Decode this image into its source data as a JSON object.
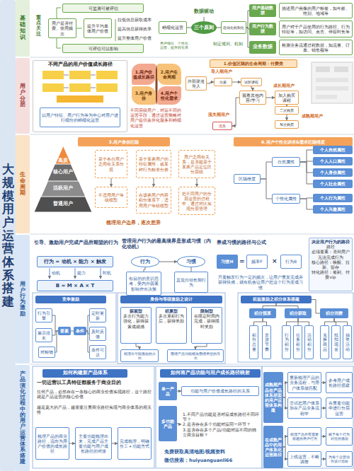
{
  "diagram": {
    "nodes": [
      {
        "text": [
          "大规模用户运营体系搭建"
        ]
      },
      {
        "text": [
          "基础知识"
        ]
      },
      {
        "text": [
          "用户分层"
        ]
      },
      {
        "text": [
          "生命周期"
        ]
      },
      {
        "text": [
          "用户行为激励"
        ]
      },
      {
        "text": [
          "产品演化过程中的用户运营体系搭建"
        ]
      },
      {
        "text": [
          "重点关注"
        ]
      },
      {
        "text": [
          "可监测可被评估"
        ]
      },
      {
        "text": [
          "用户是否付费、使用频次"
        ]
      },
      {
        "text": [
          "提升平均单体用户价值"
        ]
      },
      {
        "text": [
          "可评估可以影响"
        ]
      },
      {
        "text": [
          "数据驱动"
        ]
      },
      {
        "text": [
          "精细化运营"
        ]
      },
      {
        "text": [
          "三个原则"
        ]
      },
      {
        "text": [
          "自动化机制化"
        ]
      },
      {
        "text": [
          "用户细分、个性化运营，提升转化率"
        ]
      },
      {
        "text": [
          "制定规则、机制"
        ]
      },
      {
        "text": [
          "用户基础数据"
        ]
      },
      {
        "text": [
          "描述用户画像的用户标签，如年龄、性别、地域等"
        ]
      },
      {
        "text": [
          "用户行为数据"
        ]
      },
      {
        "text": [
          "用户对于产品使用的行为路径、行为特征等，如访问、点击、停留时长等"
        ]
      },
      {
        "text": [
          "业务数据"
        ]
      },
      {
        "text": [
          "检测业务流通过程数据，如流量、订单、销售额等"
        ]
      },
      {
        "text": [
          "不同产品的用户价值成长路径"
        ]
      },
      {
        "text": [
          "以用户特征、用户行为等为中心对用户进行细分的精细化运营"
        ],
        "in": 23
      },
      {
        "text": [
          "1.用户价值成长路径"
        ]
      },
      {
        "text": [
          "2.用户生命周期"
        ]
      },
      {
        "text": [
          "3.用户身份"
        ]
      },
      {
        "text": [
          "4.用户个性化需求"
        ]
      },
      {
        "text": [
          "1.价值区隔的生命周期：付费类"
        ]
      },
      {
        "text": [
          "外部渠道导入"
        ]
      },
      {
        "text": [
          "注册"
        ]
      },
      {
        "text": [
          "试听课程"
        ]
      },
      {
        "text": [
          "观看其他内容/学习"
        ]
      },
      {
        "text": [
          "加入购买课程"
        ]
      },
      {
        "text": [
          "二次购买"
        ]
      },
      {
        "text": [
          "N次购买"
        ]
      },
      {
        "text": [
          "流失"
        ]
      },
      {
        "text": [
          "3.用户身份区隔"
        ]
      },
      {
        "text": [
          "4.用户个性化诉求&需求区隔维度"
        ]
      },
      {
        "text": [
          "高质"
        ]
      },
      {
        "text": [
          "核心用户"
        ]
      },
      {
        "text": [
          "活跃用户"
        ]
      },
      {
        "text": [
          "普通用户"
        ]
      },
      {
        "text": [
          "基于各自用户之间有关系分层"
        ]
      },
      {
        "text": [
          "基于某类用户的特征属性，或某种行为标准分类"
        ]
      },
      {
        "text": [
          "用户之间有关系，是否能基于某类产品定位区分层级"
        ]
      },
      {
        "text": [
          "不适用用户等级模型"
        ]
      },
      {
        "text": [
          "在该类用户内容积分体系下，适用用户等级模型"
        ]
      },
      {
        "text": [
          "把不同用户的分层运营的过程中，通过对比实现分层管理"
        ]
      },
      {
        "text": [
          "区隔维度"
        ]
      },
      {
        "text": [
          "自然属性"
        ]
      },
      {
        "text": [
          "个性化属性"
        ]
      },
      {
        "text": [
          "个人自然属性"
        ]
      },
      {
        "text": [
          "个人人口属性"
        ]
      },
      {
        "text": [
          "个人身份属性"
        ]
      },
      {
        "text": [
          "个人社会属性"
        ]
      },
      {
        "text": [
          "个人行为属性"
        ]
      },
      {
        "text": [
          "个人兴趣属性"
        ]
      },
      {
        "text": [
          "行为 = 动机 × 能力 × 触发"
        ]
      },
      {
        "text": [
          "B = M × A × T"
        ]
      },
      {
        "text": [
          "行为"
        ]
      },
      {
        "text": [
          "习惯"
        ]
      },
      {
        "text": [
          "有目的的意识思考，受内外因素影响作出决策"
        ]
      },
      {
        "text": [
          "直觉自动长期行为"
        ]
      },
      {
        "text": [
          "习惯H"
        ]
      },
      {
        "text": [
          "频率F"
        ]
      },
      {
        "text": [
          "行为B"
        ]
      },
      {
        "text": [
          "只要触发行为一定的频次，让用户重复完成并获得快感，就有机会让用户把这个行为变成习惯"
        ]
      },
      {
        "text": [
          "决定用户行为的路径",
          "路径",
          "必须要素：否则用户无法完成行为",
          "核心路径：唤醒、拉新、留存",
          "转化路径：签到、付费vip"
        ]
      },
      {
        "text": [
          "竞争激励"
        ]
      },
      {
        "text": [
          "身份与等级激励之设计"
        ]
      },
      {
        "text": [
          "权益激励之积分体系搭建"
        ]
      },
      {
        "text": [
          "行为引擎"
        ]
      },
      {
        "text": [
          "展示排名"
        ]
      },
      {
        "text": [
          "对标物"
        ]
      },
      {
        "text": [
          "要素"
        ]
      },
      {
        "text": [
          "条件"
        ]
      },
      {
        "text": [
          "定时更新"
        ]
      },
      {
        "text": [
          "及时反馈"
        ]
      },
      {
        "text": [
          "条件可达"
        ]
      },
      {
        "text": [
          "探索型",
          "多次行为能力强化，获得探索成就感"
        ]
      },
      {
        "text": [
          "积累型",
          "多次累积行为后，获得奖励"
        ]
      },
      {
        "text": [
          "限制型",
          "在限定时间内完成，获得限时奖励"
        ]
      },
      {
        "text": [
          "梳理出可能激励的方向"
        ]
      },
      {
        "text": [
          "围绕产品功能模块围绕类型的导出"
        ]
      },
      {
        "text": [
          "积分预算"
        ]
      },
      {
        "text": [
          "积分获取"
        ]
      },
      {
        "text": [
          "积分消费"
        ]
      },
      {
        "text": [
          "积分总量"
        ]
      },
      {
        "text": [
          "发放节奏"
        ]
      },
      {
        "text": [
          "行为积分"
        ]
      },
      {
        "text": [
          "任务积分"
        ]
      },
      {
        "text": [
          "活动积分"
        ]
      },
      {
        "text": [
          "兑换商品"
        ]
      },
      {
        "text": [
          "抵扣现金"
        ]
      },
      {
        "text": [
          "抽奖活动"
        ]
      },
      {
        "text": [
          "如何构建新产品体系"
        ]
      },
      {
        "text": [
          "梳理产品的商业路径，流向为用户价值的成长路径"
        ]
      },
      {
        "text": [
          "主要功能梳理出来，完成产品主要功能与用户成长路径的对接"
        ]
      },
      {
        "text": [
          "完成梳理，明确分工+功能方式"
        ]
      },
      {
        "text": [
          "如何将产品功能与用户成长路径映射"
        ]
      },
      {
        "text": [
          "单一产品"
        ]
      },
      {
        "text": [
          "功能与用户价值成长路径的关系"
        ]
      },
      {
        "text": [
          "多功能产品"
        ]
      },
      {
        "text": [
          "1.不同产品功能是否对应成长路径不同环节？",
          "2.是否存在多个功能对应同一环节？",
          "3.是否存在多个产品/功能对应不同的独立商业目标？"
        ]
      },
      {
        "text": [
          "成熟期产品在产品体系层面的用户运营体系构建"
        ]
      },
      {
        "text": [
          "在成熟产品中的用户体系化运营路径"
        ]
      },
      {
        "text": [
          "重新梳理产品的业务流程，与用户体系做匹配"
        ]
      },
      {
        "text": [
          "尝试把用户体系加在产品业务流程中"
        ]
      },
      {
        "text": [
          "梳理产品所有需要搭建的用户行为"
        ]
      },
      {
        "text": [
          "上线运营，不断调整"
        ]
      },
      {
        "text": [
          "参考用户成长路径搭建"
        ]
      },
      {
        "text": [
          "在重要功能中进行分层运营"
        ]
      },
      {
        "text": [
          "赋予每个行为对应的激励"
        ]
      },
      {
        "text": [
          "为每个运营动作设计指标"
        ]
      }
    ],
    "edges": [
      {
        "from": 11,
        "to": 13,
        "arrow": "none"
      },
      {
        "from": 12,
        "to": 13,
        "arrow": "none"
      },
      {
        "from": 13,
        "to": 14,
        "arrow": "none"
      },
      {
        "from": 14,
        "to": 17,
        "arrow": "none"
      },
      {
        "from": 14,
        "to": 19,
        "arrow": "none"
      },
      {
        "from": 14,
        "to": 21,
        "arrow": "none"
      },
      {
        "from": 30,
        "to": 31,
        "arrow": "to"
      },
      {
        "from": 31,
        "to": 32,
        "arrow": "to"
      },
      {
        "from": 32,
        "to": 33,
        "arrow": "to"
      },
      {
        "from": 33,
        "to": 34,
        "arrow": "to"
      },
      {
        "from": 34,
        "to": 35,
        "arrow": "to"
      },
      {
        "from": 35,
        "to": 36,
        "arrow": "to"
      },
      {
        "from": 33,
        "to": 37,
        "arrow": "to"
      },
      {
        "from": 44,
        "to": 47,
        "arrow": "to"
      },
      {
        "from": 45,
        "to": 48,
        "arrow": "to"
      },
      {
        "from": 46,
        "to": 49,
        "arrow": "to"
      },
      {
        "from": 50,
        "to": 51,
        "arrow": "none"
      },
      {
        "from": 50,
        "to": 52,
        "arrow": "none"
      },
      {
        "from": 51,
        "to": 53,
        "arrow": "none"
      },
      {
        "from": 51,
        "to": 54,
        "arrow": "none"
      },
      {
        "from": 51,
        "to": 55,
        "arrow": "none"
      },
      {
        "from": 51,
        "to": 56,
        "arrow": "none"
      },
      {
        "from": 52,
        "to": 57,
        "arrow": "none"
      },
      {
        "from": 52,
        "to": 58,
        "arrow": "none"
      },
      {
        "from": 61,
        "to": 62,
        "arrow": "to"
      },
      {
        "from": 61,
        "to": 63,
        "arrow": "none"
      },
      {
        "from": 62,
        "to": 64,
        "arrow": "none"
      },
      {
        "from": 76,
        "to": 73,
        "arrow": "none"
      },
      {
        "from": 76,
        "to": 74,
        "arrow": "none"
      },
      {
        "from": 76,
        "to": 75,
        "arrow": "none"
      },
      {
        "from": 76,
        "to": 77,
        "arrow": "none"
      },
      {
        "from": 77,
        "to": 78,
        "arrow": "none"
      },
      {
        "from": 77,
        "to": 79,
        "arrow": "none"
      },
      {
        "from": 77,
        "to": 80,
        "arrow": "none"
      },
      {
        "from": 81,
        "to": 84,
        "arrow": "to"
      },
      {
        "from": 83,
        "to": 85,
        "arrow": "to"
      },
      {
        "from": 72,
        "to": 86,
        "arrow": "none"
      },
      {
        "from": 72,
        "to": 87,
        "arrow": "none"
      },
      {
        "from": 72,
        "to": 88,
        "arrow": "none"
      },
      {
        "from": 86,
        "to": 89,
        "arrow": "none"
      },
      {
        "from": 86,
        "to": 90,
        "arrow": "none"
      },
      {
        "from": 87,
        "to": 91,
        "arrow": "none"
      },
      {
        "from": 87,
        "to": 92,
        "arrow": "none"
      },
      {
        "from": 87,
        "to": 93,
        "arrow": "none"
      },
      {
        "from": 88,
        "to": 94,
        "arrow": "none"
      },
      {
        "from": 88,
        "to": 95,
        "arrow": "none"
      },
      {
        "from": 88,
        "to": 96,
        "arrow": "none"
      },
      {
        "from": 98,
        "to": 99,
        "arrow": "to"
      },
      {
        "from": 99,
        "to": 100,
        "arrow": "to"
      },
      {
        "from": 102,
        "to": 103,
        "arrow": "to"
      },
      {
        "from": 104,
        "to": 105,
        "arrow": "to"
      },
      {
        "from": 106,
        "to": 108,
        "arrow": "to"
      },
      {
        "from": 106,
        "to": 109,
        "arrow": "to"
      },
      {
        "from": 107,
        "to": 110,
        "arrow": "to"
      },
      {
        "from": 107,
        "to": 111,
        "arrow": "to"
      },
      {
        "from": 108,
        "to": 112,
        "arrow": "to"
      },
      {
        "from": 109,
        "to": 113,
        "arrow": "to"
      },
      {
        "from": 110,
        "to": 114,
        "arrow": "to"
      },
      {
        "from": 111,
        "to": 115,
        "arrow": "to"
      }
    ],
    "labels": [
      "拉低信息获取成本",
      "提高信息获得效率",
      "提升整体用户价值",
      "不同层级用户，对应不同的运营手段，通过运营策略对用户提供差异化服务和精细化运营",
      "导入期用户",
      "成长期用户",
      "成熟期用户",
      "流失期用户",
      "梳理用户边界，逐次差异",
      "引导、激励用户完成产品所期望的行为",
      "动机",
      "能力",
      "时机",
      "管理用户行为的最高境界是形成习惯（内化动机）",
      "养成习惯的路径与公式",
      "=",
      "×",
      "一切运营以工具特征都服务于商业目的",
      "任何产品，必然存在一条核心的商业价值实现路径，这个路径就是产品运营的核心价值",
      "越是庞大的产品，越需要注重商业路径实现与商业体系的相关性",
      "免费获取高清地图/视频资料",
      "微信搜索：huiyuanguanli66"
    ]
  }
}
